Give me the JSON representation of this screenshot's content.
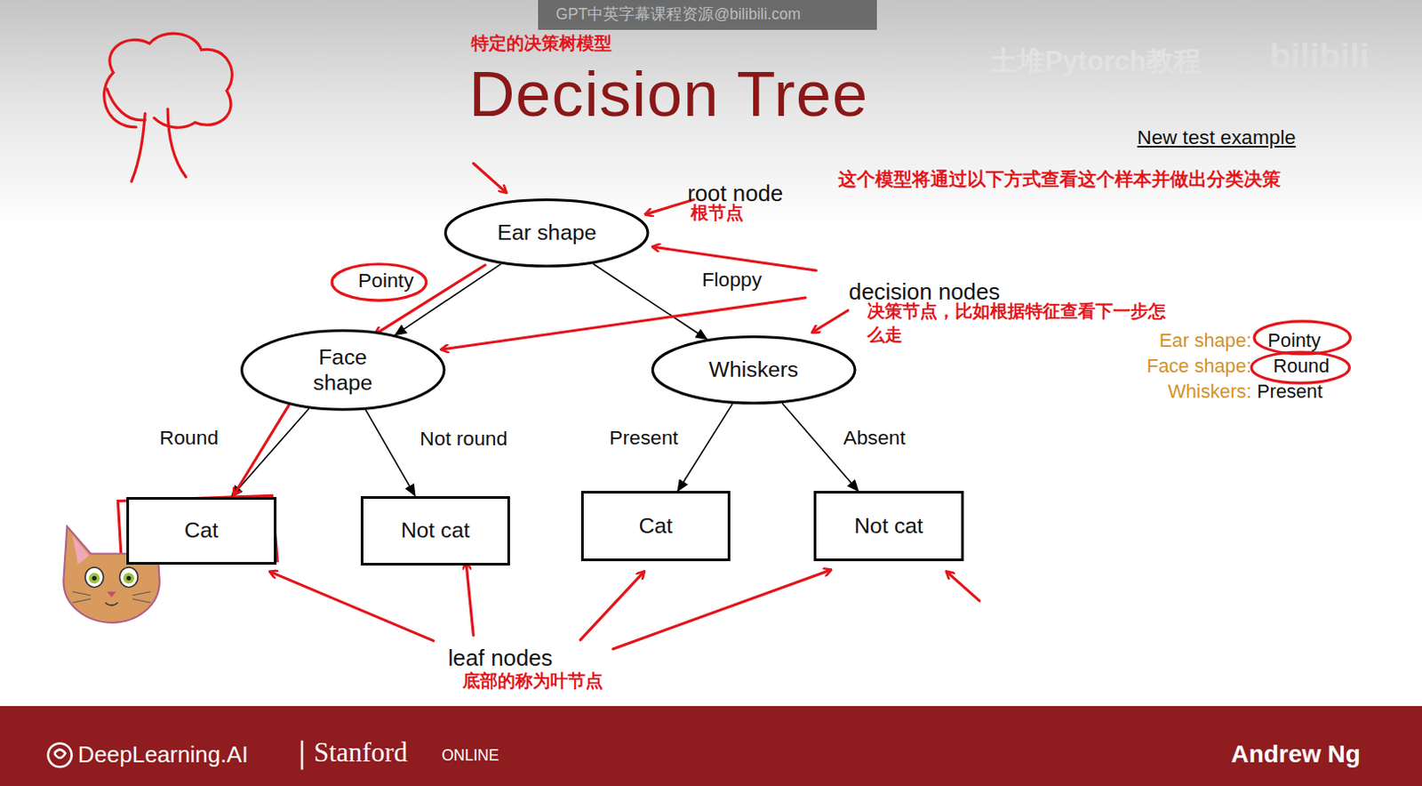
{
  "diagram": {
    "title": "Decision Tree",
    "nodes": [
      {
        "text": [
          "Ear shape"
        ]
      },
      {
        "text": [
          "Face shape"
        ]
      },
      {
        "text": [
          "Whiskers"
        ]
      },
      {
        "text": [
          "Cat"
        ]
      },
      {
        "text": [
          "Not cat"
        ]
      },
      {
        "text": [
          "Cat"
        ]
      },
      {
        "text": [
          "Not cat"
        ]
      }
    ],
    "edges": [
      {
        "from": 0,
        "to": 1,
        "arrow": "to",
        "label": "Pointy"
      },
      {
        "from": 0,
        "to": 2,
        "arrow": "to",
        "label": "Floppy"
      },
      {
        "from": 1,
        "to": 3,
        "arrow": "to",
        "label": "Round"
      },
      {
        "from": 1,
        "to": 4,
        "arrow": "to",
        "label": "Not round"
      },
      {
        "from": 2,
        "to": 5,
        "arrow": "to",
        "label": "Present"
      },
      {
        "from": 2,
        "to": 6,
        "arrow": "to",
        "label": "Absent"
      }
    ],
    "labels": [
      "GPT中英字幕课程资源@bilibili.com",
      "土堆Pytorch教程",
      "bilibili",
      "特定的决策树模型",
      "New test example",
      "这个模型将通过以下方式查看这个样本并做出分类决策",
      "root node",
      "根节点",
      "decision nodes",
      "决策节点，比如根据特征查看下一步怎么走",
      "Ear shape:",
      "Pointy",
      "Face shape:",
      "Round",
      "Whiskers:",
      "Present",
      "leaf nodes",
      "底部的称为叶节点",
      "DeepLearning.AI",
      "Stanford",
      "ONLINE",
      "Andrew Ng"
    ]
  }
}
